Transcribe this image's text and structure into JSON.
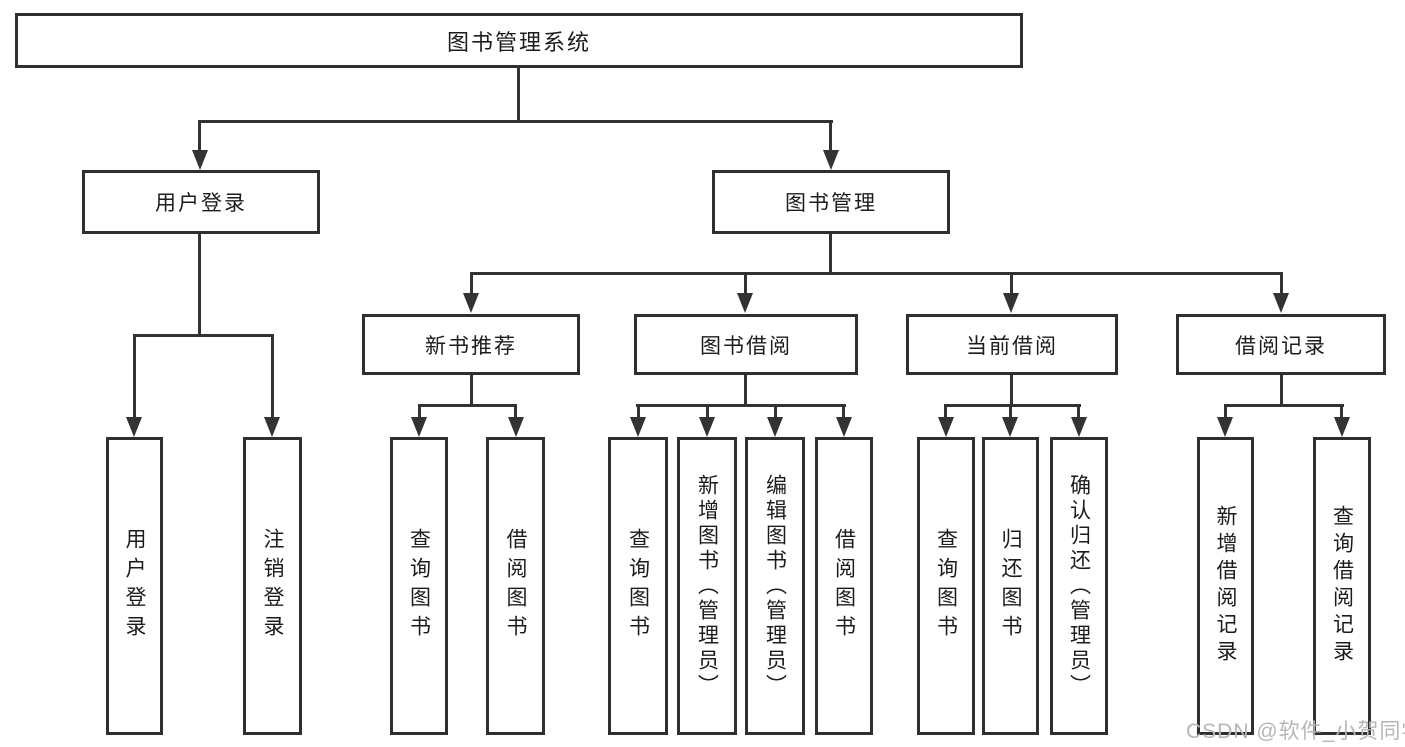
{
  "diagram": {
    "title": "图书管理系统",
    "root": {
      "label": "图书管理系统"
    },
    "branches": [
      {
        "label": "用户登录",
        "children": [
          {
            "label": "用户登录"
          },
          {
            "label": "注销登录"
          }
        ]
      },
      {
        "label": "图书管理",
        "children": [
          {
            "label": "新书推荐",
            "children": [
              {
                "label": "查询图书"
              },
              {
                "label": "借阅图书"
              }
            ]
          },
          {
            "label": "图书借阅",
            "children": [
              {
                "label": "查询图书"
              },
              {
                "label": "新增图书（管理员）"
              },
              {
                "label": "编辑图书（管理员）"
              },
              {
                "label": "借阅图书"
              }
            ]
          },
          {
            "label": "当前借阅",
            "children": [
              {
                "label": "查询图书"
              },
              {
                "label": "归还图书"
              },
              {
                "label": "确认归还（管理员）"
              }
            ]
          },
          {
            "label": "借阅记录",
            "children": [
              {
                "label": "新增借阅记录"
              },
              {
                "label": "查询借阅记录"
              }
            ]
          }
        ]
      }
    ],
    "watermark": "CSDN @软件_小贺同学",
    "colors": {
      "line": "#333333",
      "box_border": "#2f2f2f",
      "box_fill": "#ffffff",
      "text": "#1c1c1c",
      "watermark": "#b6b6b6",
      "background": "#ffffff"
    }
  }
}
